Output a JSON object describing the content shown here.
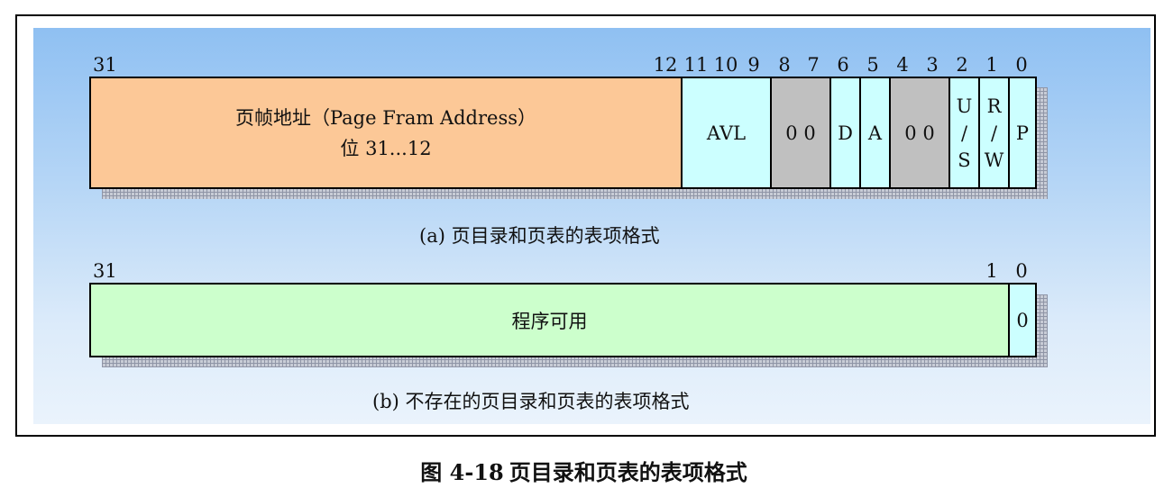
{
  "colors": {
    "address": "#fcc897",
    "avl": "#ccffff",
    "reserved": "#c0c0c0",
    "flag": "#ccffff",
    "available": "#ccffcc",
    "present": "#ccffff"
  },
  "entry_a": {
    "bits": {
      "b31": "31",
      "b12": "12",
      "b11": "11",
      "b10": "10",
      "b9": "9",
      "b8": "8",
      "b7": "7",
      "b6": "6",
      "b5": "5",
      "b4": "4",
      "b3": "3",
      "b2": "2",
      "b1": "1",
      "b0": "0"
    },
    "fields": {
      "address_line1": "页帧地址（Page Fram Address）",
      "address_line2": "位 31...12",
      "avl": "AVL",
      "reserved_high": "0 0",
      "dirty": "D",
      "accessed": "A",
      "reserved_low": "0 0",
      "us": [
        "U",
        "/",
        "S"
      ],
      "rw": [
        "R",
        "/",
        "W"
      ],
      "present": "P"
    },
    "caption": "(a) 页目录和页表的表项格式"
  },
  "entry_b": {
    "bits": {
      "b31": "31",
      "b1": "1",
      "b0": "0"
    },
    "fields": {
      "available": "程序可用",
      "present": "0"
    },
    "caption": "(b) 不存在的页目录和页表的表项格式"
  },
  "figure": {
    "number": "图 4-18",
    "title": "页目录和页表的表项格式"
  }
}
